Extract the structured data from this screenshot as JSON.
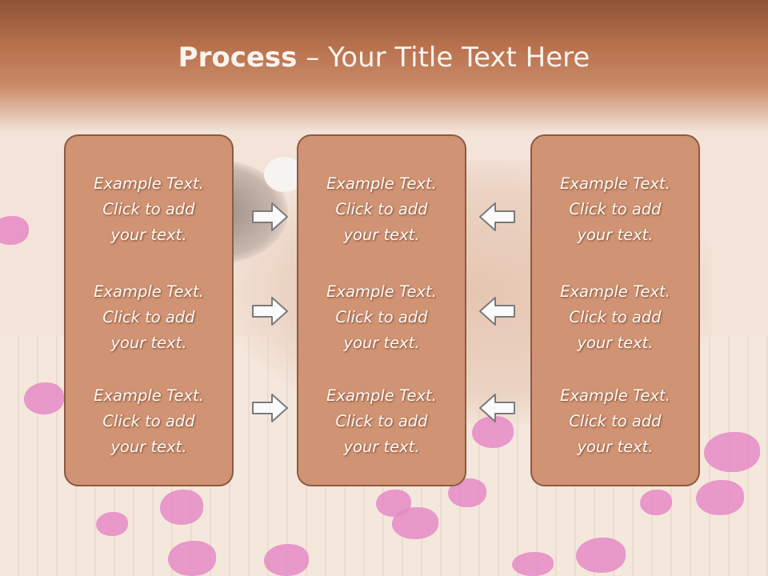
{
  "slide": {
    "title_bold": "Process",
    "title_dash": " – ",
    "title_rest": "Your Title Text Here"
  },
  "colors": {
    "header_top": "#8c5436",
    "box_fill": "#d09373",
    "box_border": "#8b5a43",
    "text": "#fffaf5",
    "arrow": "#d8d8d8"
  },
  "columns": [
    {
      "items": [
        {
          "line1": "Example Text.",
          "line2": "Click  to add",
          "line3": "your text."
        },
        {
          "line1": "Example Text.",
          "line2": "Click  to add",
          "line3": "your text."
        },
        {
          "line1": "Example Text.",
          "line2": "Click  to add",
          "line3": "your text."
        }
      ]
    },
    {
      "items": [
        {
          "line1": "Example Text.",
          "line2": "Click  to add",
          "line3": "your text."
        },
        {
          "line1": "Example Text.",
          "line2": "Click  to add",
          "line3": "your text."
        },
        {
          "line1": "Example Text.",
          "line2": "Click  to add",
          "line3": "your text."
        }
      ]
    },
    {
      "items": [
        {
          "line1": "Example Text.",
          "line2": "Click  to add",
          "line3": "your text."
        },
        {
          "line1": "Example Text.",
          "line2": "Click  to add",
          "line3": "your text."
        },
        {
          "line1": "Example Text.",
          "line2": "Click  to add",
          "line3": "your text."
        }
      ]
    }
  ],
  "arrows": {
    "left_group": "right-arrow-icon",
    "right_group": "left-arrow-icon"
  }
}
